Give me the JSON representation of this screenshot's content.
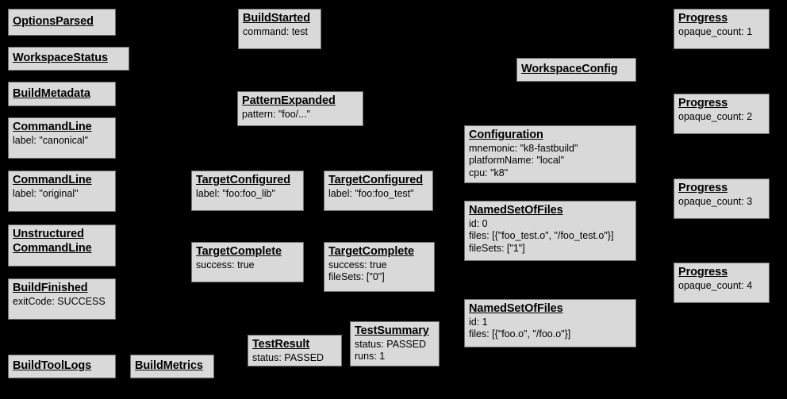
{
  "graph": {
    "background_color": "#000000",
    "node_fill_color": "#d9d9d9",
    "node_border_color": "#6e6e6e",
    "node_text_color": "#000000",
    "nodes": [
      {
        "id": "options-parsed",
        "title": "OptionsParsed",
        "fields": ""
      },
      {
        "id": "workspace-status",
        "title": "WorkspaceStatus",
        "fields": ""
      },
      {
        "id": "build-metadata",
        "title": "BuildMetadata",
        "fields": ""
      },
      {
        "id": "command-line-canonical",
        "title": "CommandLine",
        "fields": "label: \"canonical\""
      },
      {
        "id": "command-line-original",
        "title": "CommandLine",
        "fields": "label: \"original\""
      },
      {
        "id": "unstructured-command-line",
        "title": "Unstructured CommandLine",
        "fields": ""
      },
      {
        "id": "build-finished",
        "title": "BuildFinished",
        "fields": "exitCode: SUCCESS"
      },
      {
        "id": "build-tool-logs",
        "title": "BuildToolLogs",
        "fields": ""
      },
      {
        "id": "build-metrics",
        "title": "BuildMetrics",
        "fields": ""
      },
      {
        "id": "build-started",
        "title": "BuildStarted",
        "fields": "command: test"
      },
      {
        "id": "pattern-expanded",
        "title": "PatternExpanded",
        "fields": "pattern: \"foo/...\""
      },
      {
        "id": "target-configured-lib",
        "title": "TargetConfigured",
        "fields": "label: \"foo:foo_lib\""
      },
      {
        "id": "target-configured-test",
        "title": "TargetConfigured",
        "fields": "label: \"foo:foo_test\""
      },
      {
        "id": "target-complete-lib",
        "title": "TargetComplete",
        "fields": "success: true"
      },
      {
        "id": "target-complete-test",
        "title": "TargetComplete",
        "fields": "success: true\nfileSets: [\"0\"]"
      },
      {
        "id": "test-result",
        "title": "TestResult",
        "fields": "status: PASSED"
      },
      {
        "id": "test-summary",
        "title": "TestSummary",
        "fields": "status: PASSED\nruns: 1"
      },
      {
        "id": "workspace-config",
        "title": "WorkspaceConfig",
        "fields": ""
      },
      {
        "id": "configuration",
        "title": "Configuration",
        "fields": "mnemonic: \"k8-fastbuild\"\nplatformName: \"local\"\ncpu: \"k8\""
      },
      {
        "id": "named-set-of-files-0",
        "title": "NamedSetOfFiles",
        "fields": "id: 0\nfiles: [{\"foo_test.o\", \"/foo_test.o\"}]\nfileSets: [\"1\"]"
      },
      {
        "id": "named-set-of-files-1",
        "title": "NamedSetOfFiles",
        "fields": "id: 1\nfiles: [{\"foo.o\", \"/foo.o\"}]"
      },
      {
        "id": "progress-1",
        "title": "Progress",
        "fields": "opaque_count: 1"
      },
      {
        "id": "progress-2",
        "title": "Progress",
        "fields": "opaque_count: 2"
      },
      {
        "id": "progress-3",
        "title": "Progress",
        "fields": "opaque_count: 3"
      },
      {
        "id": "progress-4",
        "title": "Progress",
        "fields": "opaque_count: 4"
      }
    ]
  }
}
